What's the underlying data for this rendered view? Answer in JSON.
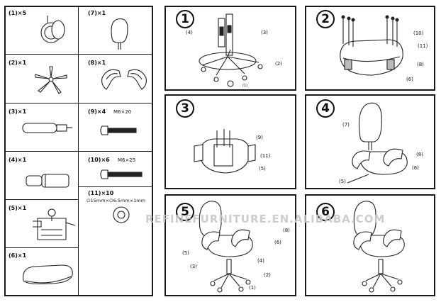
{
  "parts": [
    {
      "label": "(1)×5",
      "name": "caster-wheel"
    },
    {
      "label": "(2)×1",
      "name": "star-base"
    },
    {
      "label": "(3)×1",
      "name": "gas-lift"
    },
    {
      "label": "(4)×1",
      "name": "gas-lift-cover"
    },
    {
      "label": "(5)×1",
      "name": "seat-mechanism"
    },
    {
      "label": "(6)×1",
      "name": "seat"
    },
    {
      "label": "(7)×1",
      "name": "backrest"
    },
    {
      "label": "(8)×1",
      "name": "armrests"
    },
    {
      "label": "(9)×4",
      "name": "bolt-m6x20",
      "spec": "M6×20"
    },
    {
      "label": "(10)×6",
      "name": "bolt-m6x25",
      "spec": "M6×25"
    },
    {
      "label": "(11)×10",
      "name": "washer",
      "spec": "∅15mm×∅6.5mm×1mm"
    }
  ],
  "steps": [
    {
      "number": "1",
      "callouts": [
        "(4)",
        "(3)",
        "(2)",
        "(1)"
      ]
    },
    {
      "number": "2",
      "callouts": [
        "(10)",
        "(11)",
        "(8)",
        "(6)"
      ]
    },
    {
      "number": "3",
      "callouts": [
        "(9)",
        "(11)",
        "(5)"
      ]
    },
    {
      "number": "4",
      "callouts": [
        "(7)",
        "(8)",
        "(6)",
        "(5)"
      ]
    },
    {
      "number": "5",
      "callouts": [
        "(8)",
        "(6)",
        "(5)",
        "(4)",
        "(3)",
        "(2)",
        "(1)"
      ]
    },
    {
      "number": "6",
      "callouts": []
    }
  ],
  "watermark": "REFINEFURNITURE.EN.ALIBABA.COM"
}
